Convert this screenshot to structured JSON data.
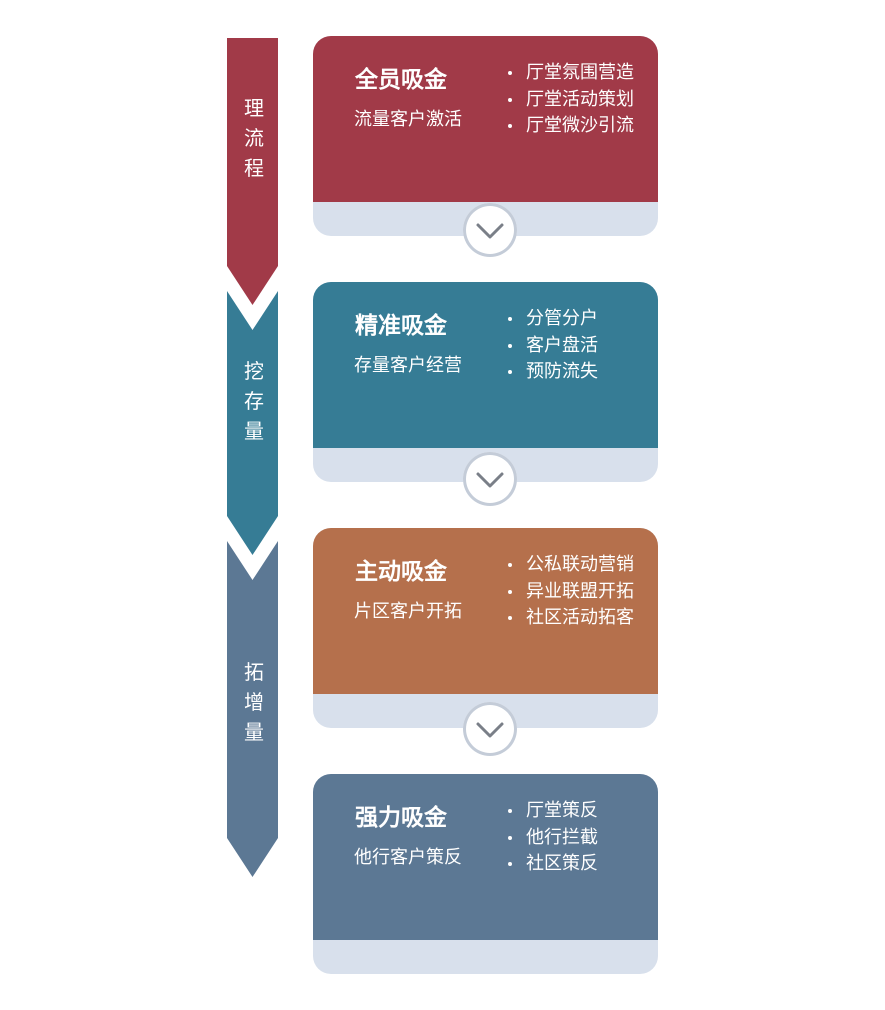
{
  "colors": {
    "stage1": "#a13a48",
    "stage2": "#367c95",
    "stage3": "#b5704c",
    "stage4": "#5c7894",
    "card_bottom": "#d8e0ec"
  },
  "left_arrow": {
    "segments": [
      {
        "label": [
          "理",
          "流",
          "程"
        ],
        "color": "#a13a48"
      },
      {
        "label": [
          "挖",
          "存",
          "量"
        ],
        "color": "#367c95"
      },
      {
        "label": [
          "拓",
          "增",
          "量"
        ],
        "color": "#5c7894"
      }
    ]
  },
  "cards": [
    {
      "title": "全员吸金",
      "subtitle": "流量客户激活",
      "items": [
        "厅堂氛围营造",
        "厅堂活动策划",
        "厅堂微沙引流"
      ],
      "color": "#a13a48"
    },
    {
      "title": "精准吸金",
      "subtitle": "存量客户经营",
      "items": [
        "分管分户",
        "客户盘活",
        "预防流失"
      ],
      "color": "#367c95"
    },
    {
      "title": "主动吸金",
      "subtitle": "片区客户开拓",
      "items": [
        "公私联动营销",
        "异业联盟开拓",
        "社区活动拓客"
      ],
      "color": "#b5704c"
    },
    {
      "title": "强力吸金",
      "subtitle": "他行客户策反",
      "items": [
        "厅堂策反",
        "他行拦截",
        "社区策反"
      ],
      "color": "#5c7894"
    }
  ],
  "icons": {
    "connector": "chevron-down-icon"
  }
}
